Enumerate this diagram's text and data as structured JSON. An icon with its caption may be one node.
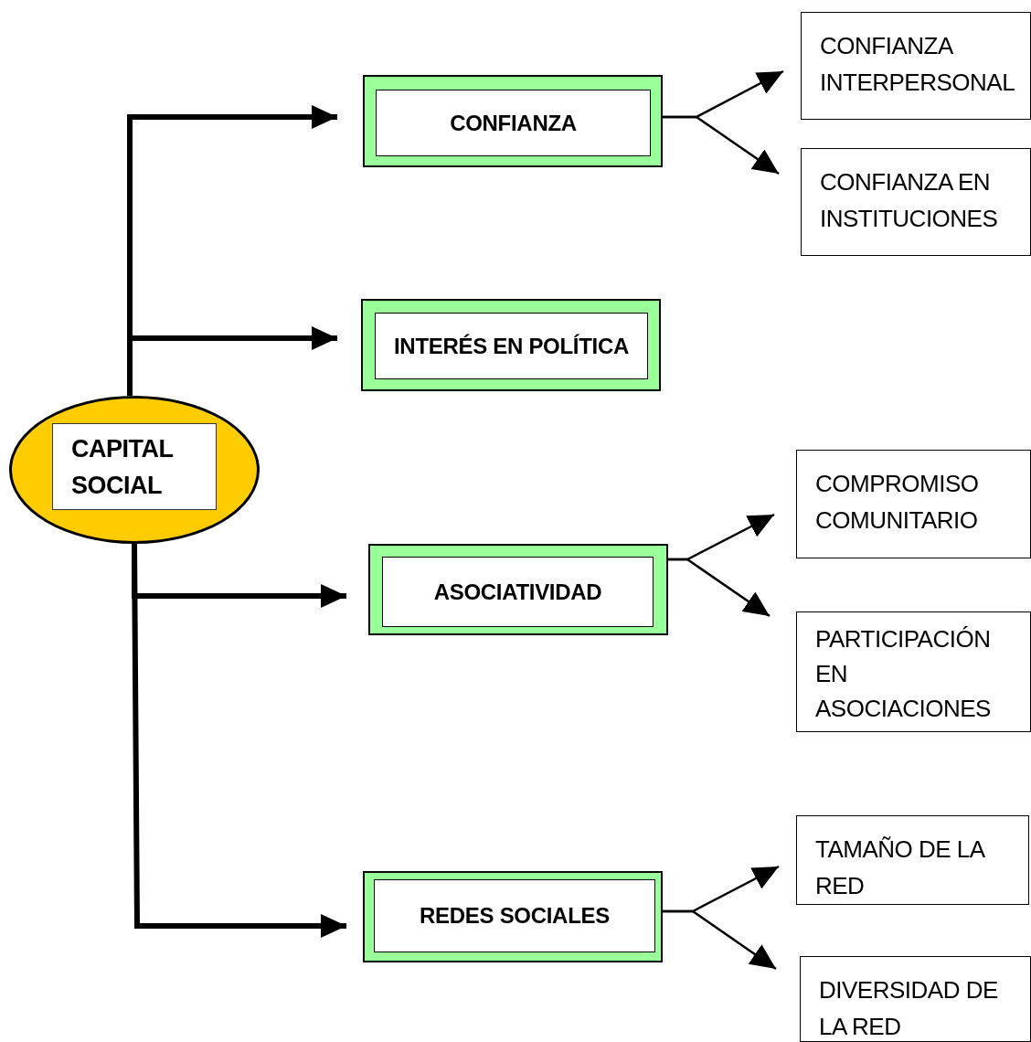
{
  "diagram": {
    "nodes": [
      {
        "text": [
          "CAPITAL SOCIAL"
        ]
      },
      {
        "text": [
          "CONFIANZA"
        ]
      },
      {
        "text": [
          "CONFIANZA INTERPERSONAL"
        ]
      },
      {
        "text": [
          "CONFIANZA EN INSTITUCIONES"
        ]
      },
      {
        "text": [
          "INTERÉS EN POLÍTICA"
        ]
      },
      {
        "text": [
          "ASOCIATIVIDAD"
        ]
      },
      {
        "text": [
          "COMPROMISO COMUNITARIO"
        ]
      },
      {
        "text": [
          "PARTICIPACIÓN EN ASOCIACIONES"
        ]
      },
      {
        "text": [
          "REDES SOCIALES"
        ]
      },
      {
        "text": [
          "TAMAÑO DE LA RED"
        ]
      },
      {
        "text": [
          "DIVERSIDAD DE LA RED"
        ]
      }
    ],
    "edges": [
      {
        "from": 0,
        "to": 1,
        "arrow": "to",
        "style": "thick"
      },
      {
        "from": 0,
        "to": 4,
        "arrow": "to",
        "style": "thick"
      },
      {
        "from": 0,
        "to": 5,
        "arrow": "to",
        "style": "thick"
      },
      {
        "from": 0,
        "to": 8,
        "arrow": "to",
        "style": "thick"
      },
      {
        "from": 1,
        "to": 2,
        "arrow": "to"
      },
      {
        "from": 1,
        "to": 3,
        "arrow": "to"
      },
      {
        "from": 5,
        "to": 6,
        "arrow": "to"
      },
      {
        "from": 5,
        "to": 7,
        "arrow": "to"
      },
      {
        "from": 8,
        "to": 9,
        "arrow": "to"
      },
      {
        "from": 8,
        "to": 10,
        "arrow": "to"
      }
    ]
  }
}
